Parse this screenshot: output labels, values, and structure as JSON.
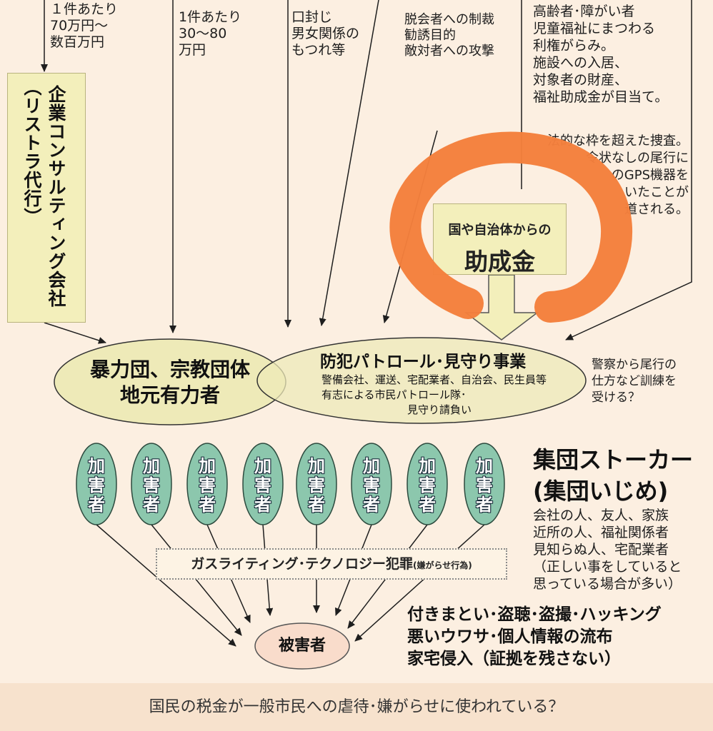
{
  "notes": {
    "price_consulting": "１件あたり\n70万円～\n数百万円",
    "price_group": "1件あたり\n30～80\n万円",
    "silence": "口封じ\n男女関係の\nもつれ等",
    "sanction": "脱会者への制裁\n勧誘目的\n敵対者への攻撃",
    "elderly": "高齢者･障がい者\n児童福祉にまつわる\n利権がらみ。\n施設への入居、\n対象者の財産、\n福祉助成金が目当て。",
    "investigation": "法的な枠を超えた捜査。\n令状なしの尾行に\nのGPS機器を\nいたことが\n道される。",
    "police": "警察から尾行の\n仕方など訓練を\n受ける？"
  },
  "consulting_box": {
    "line1": "企業コンサルティング会社",
    "line2": "（リストラ代行）"
  },
  "grant_box": {
    "line1": "国や自治体からの",
    "line2": "助成金"
  },
  "left_ellipse": {
    "line1": "暴力団、宗教団体",
    "line2": "地元有力者"
  },
  "right_ellipse": {
    "title": "防犯パトロール･見守り事業",
    "line1": "警備会社、運送、宅配業者、自治会、民生員等",
    "line2": "有志による市民パトロール隊･",
    "line3": "見守り請負い"
  },
  "perpetrator_label": "加害者",
  "gaslighting": {
    "main": "ガスライティング･テクノロジー犯罪",
    "sub": "(嫌がらせ行為)"
  },
  "victim_label": "被害者",
  "stalker": {
    "title": "集団ストーカー\n(集団いじめ)",
    "description": "会社の人、友人、家族\n近所の人、福祉関係者\n見知らぬ人、宅配業者\n（正しい事をしていると\n思っている場合が多い）"
  },
  "acts": "付きまとい･盗聴･盗撮･ハッキング\n悪いウワサ･個人情報の流布\n家宅侵入（証拠を残さない）",
  "footer": "国民の税金が一般市民への虐待･嫌がらせに使われている？",
  "colors": {
    "background": "#fcefe1",
    "box_fill": "#f3efbb",
    "ellipse_fill": "#eeeab8",
    "perpetrator_fill": "#8cc7ad",
    "victim_fill": "#f9dccb",
    "highlight_ring": "#f47f3c"
  }
}
